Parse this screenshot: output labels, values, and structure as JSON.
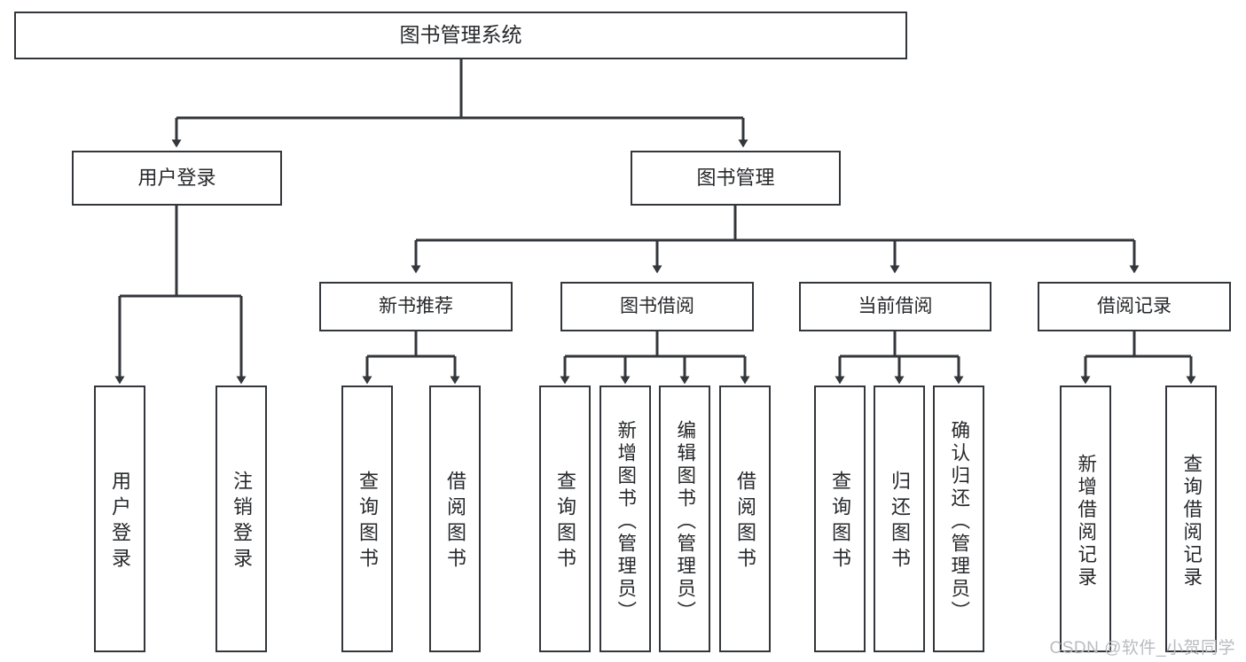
{
  "diagram": {
    "title_node": {
      "label": "图书管理系统"
    },
    "level1": [
      {
        "id": "user-login",
        "label": "用户登录"
      },
      {
        "id": "book-manage",
        "label": "图书管理"
      }
    ],
    "level2": [
      {
        "id": "new-book-recommend",
        "label": "新书推荐"
      },
      {
        "id": "book-borrow",
        "label": "图书借阅"
      },
      {
        "id": "current-borrow",
        "label": "当前借阅"
      },
      {
        "id": "borrow-record",
        "label": "借阅记录"
      }
    ],
    "leaves": [
      {
        "id": "leaf-user-login",
        "label": "用户登录",
        "parent": "user-login"
      },
      {
        "id": "leaf-logout",
        "label": "注销登录",
        "parent": "user-login"
      },
      {
        "id": "leaf-query-book-1",
        "label": "查询图书",
        "parent": "new-book-recommend"
      },
      {
        "id": "leaf-borrow-book-1",
        "label": "借阅图书",
        "parent": "new-book-recommend"
      },
      {
        "id": "leaf-query-book-2",
        "label": "查询图书",
        "parent": "book-borrow"
      },
      {
        "id": "leaf-add-book",
        "label": "新增图书（管理员）",
        "parent": "book-borrow"
      },
      {
        "id": "leaf-edit-book",
        "label": "编辑图书（管理员）",
        "parent": "book-borrow"
      },
      {
        "id": "leaf-borrow-book-2",
        "label": "借阅图书",
        "parent": "book-borrow"
      },
      {
        "id": "leaf-query-book-3",
        "label": "查询图书",
        "parent": "current-borrow"
      },
      {
        "id": "leaf-return-book",
        "label": "归还图书",
        "parent": "current-borrow"
      },
      {
        "id": "leaf-confirm-return",
        "label": "确认归还（管理员）",
        "parent": "current-borrow"
      },
      {
        "id": "leaf-add-record",
        "label": "新增借阅记录",
        "parent": "borrow-record"
      },
      {
        "id": "leaf-query-record",
        "label": "查询借阅记录",
        "parent": "borrow-record"
      }
    ]
  },
  "watermark": {
    "text": "CSDN @软件_小贺同学"
  },
  "colors": {
    "stroke": "#33363a",
    "text": "#26282b",
    "background": "#ffffff",
    "watermark": "#b9bcc0"
  }
}
